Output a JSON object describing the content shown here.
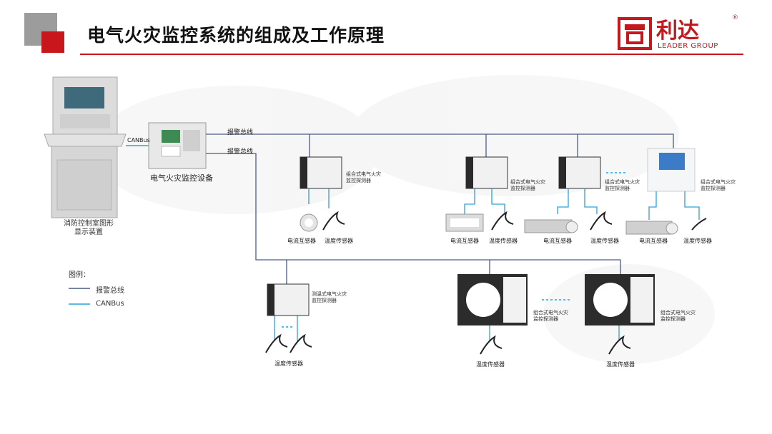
{
  "header": {
    "title": "电气火灾监控系统的组成及工作原理",
    "logo_name": "利达",
    "logo_sub": "LEADER GROUP",
    "logo_reg": "®"
  },
  "colors": {
    "accent_red": "#c8161d",
    "bus_line": "#4a5c86",
    "canbus_line": "#29a3d8"
  },
  "devices": {
    "console_label": "消防控制室图形\n显示装置",
    "canbus_tag": "CANBus",
    "monitor_device_label": "电气火灾监控设备",
    "alarm_bus_1": "报警总线",
    "alarm_bus_2": "报警总线"
  },
  "detectors": {
    "combo_label": "组合式电气火灾\n监控探测器",
    "combo_label_b": "组合式电气火灾\n监控探测器",
    "combo_label_c": "组合式电气火灾\n监控探测器",
    "combo_label_d": "组合式电气火灾\n监控探测器",
    "combo_label_e": "组合式电气火灾\n监控探测器",
    "combo_label_f": "组合式电气火灾\n监控探测器",
    "temp_combo_label": "测温式电气火灾\n监控探测器"
  },
  "sensors": {
    "current_1": "电流互感器",
    "temp_1": "温度传感器",
    "current_2": "电流互感器",
    "temp_2": "温度传感器",
    "current_3": "电流互感器",
    "temp_3": "温度传感器",
    "current_4": "电流互感器",
    "temp_4": "温度传感器",
    "temp_5": "温度传感器",
    "temp_6": "温度传感器",
    "temp_7": "温度传感器"
  },
  "legend": {
    "title": "图例：",
    "alarm_bus": "报警总线",
    "canbus": "CANBus"
  }
}
